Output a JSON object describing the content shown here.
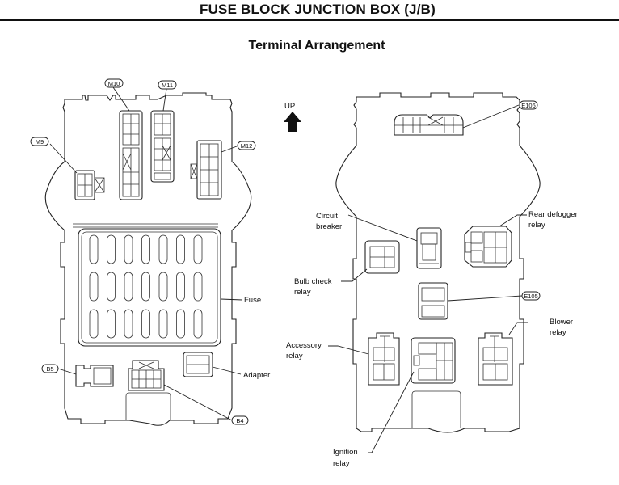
{
  "header": {
    "title": "FUSE BLOCK JUNCTION BOX (J/B)",
    "subtitle": "Terminal Arrangement"
  },
  "orientation": {
    "label": "UP",
    "icon": "up-arrow-icon"
  },
  "front_view": {
    "connectors": [
      {
        "id": "M9"
      },
      {
        "id": "M10"
      },
      {
        "id": "M11"
      },
      {
        "id": "M12"
      },
      {
        "id": "B5"
      },
      {
        "id": "B4"
      }
    ],
    "labels": {
      "fuse": "Fuse",
      "adapter": "Adapter"
    },
    "fuse_grid": {
      "columns": 7,
      "rows": 3
    }
  },
  "rear_view": {
    "connectors": [
      {
        "id": "E106"
      },
      {
        "id": "E105"
      }
    ],
    "labels": {
      "circuit_breaker": [
        "Circuit",
        "breaker"
      ],
      "rear_defogger_relay": [
        "Rear defogger",
        "relay"
      ],
      "bulb_check_relay": [
        "Bulb check",
        "relay"
      ],
      "accessory_relay": [
        "Accessory",
        "relay"
      ],
      "blower_relay": [
        "Blower",
        "relay"
      ],
      "ignition_relay": [
        "Ignition",
        "relay"
      ]
    }
  }
}
